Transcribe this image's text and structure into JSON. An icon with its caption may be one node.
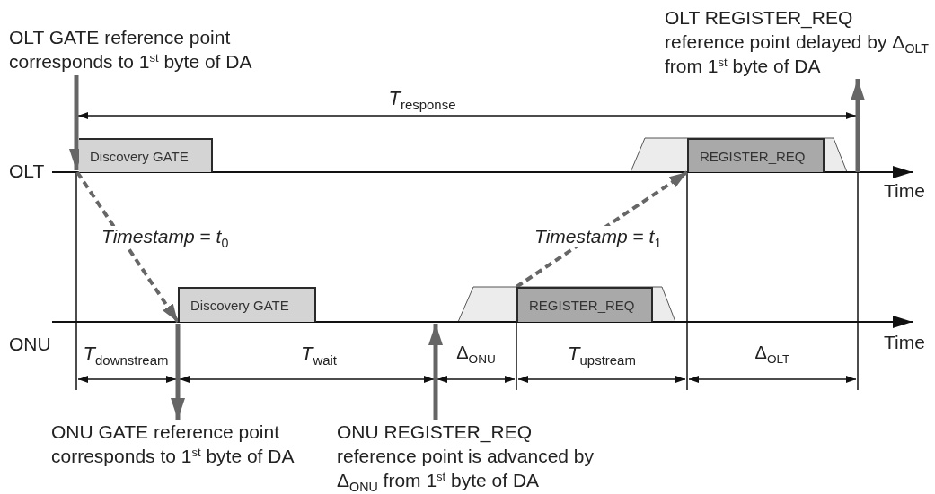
{
  "diagram": {
    "nodes": [
      {
        "text": [
          "OLT GATE reference point corresponds to 1$^{st}$ byte of DA"
        ]
      },
      {
        "text": [
          "OLT REGISTER_REQ reference point delayed by Δ$_{OLT}$ from 1$^{st}$ byte of DA"
        ]
      },
      {
        "text": [
          "Discovery GATE"
        ]
      },
      {
        "text": [
          "REGISTER_REQ"
        ]
      },
      {
        "text": [
          "Discovery GATE"
        ]
      },
      {
        "text": [
          "REGISTER_REQ"
        ]
      },
      {
        "text": [
          "ONU GATE reference point corresponds to 1$^{st}$ byte of DA"
        ]
      },
      {
        "text": [
          "ONU REGISTER_REQ reference point is advanced by Δ$_{ONU}$ from 1$^{st}$ byte of DA"
        ]
      }
    ],
    "edges": [
      {
        "from": 0,
        "to": 2,
        "arrow": "to"
      },
      {
        "from": 3,
        "to": 1,
        "arrow": "to"
      },
      {
        "from": 2,
        "to": 4,
        "arrow": "to",
        "style": "dashed"
      },
      {
        "from": 5,
        "to": 3,
        "arrow": "to",
        "style": "dashed"
      },
      {
        "from": 4,
        "to": 6,
        "arrow": "to"
      },
      {
        "from": 7,
        "to": 5,
        "arrow": "to"
      }
    ],
    "labels": [
      "*T*$_{response}$",
      "OLT",
      "Time",
      "*Timestamp* = *t*$_{0}$",
      "*Timestamp* = *t*$_{1}$",
      "ONU",
      "Time",
      "*T*$_{downstream}$",
      "*T*$_{wait}$",
      "Δ$_{ONU}$",
      "*T*$_{upstream}$",
      "Δ$_{OLT}$"
    ]
  }
}
